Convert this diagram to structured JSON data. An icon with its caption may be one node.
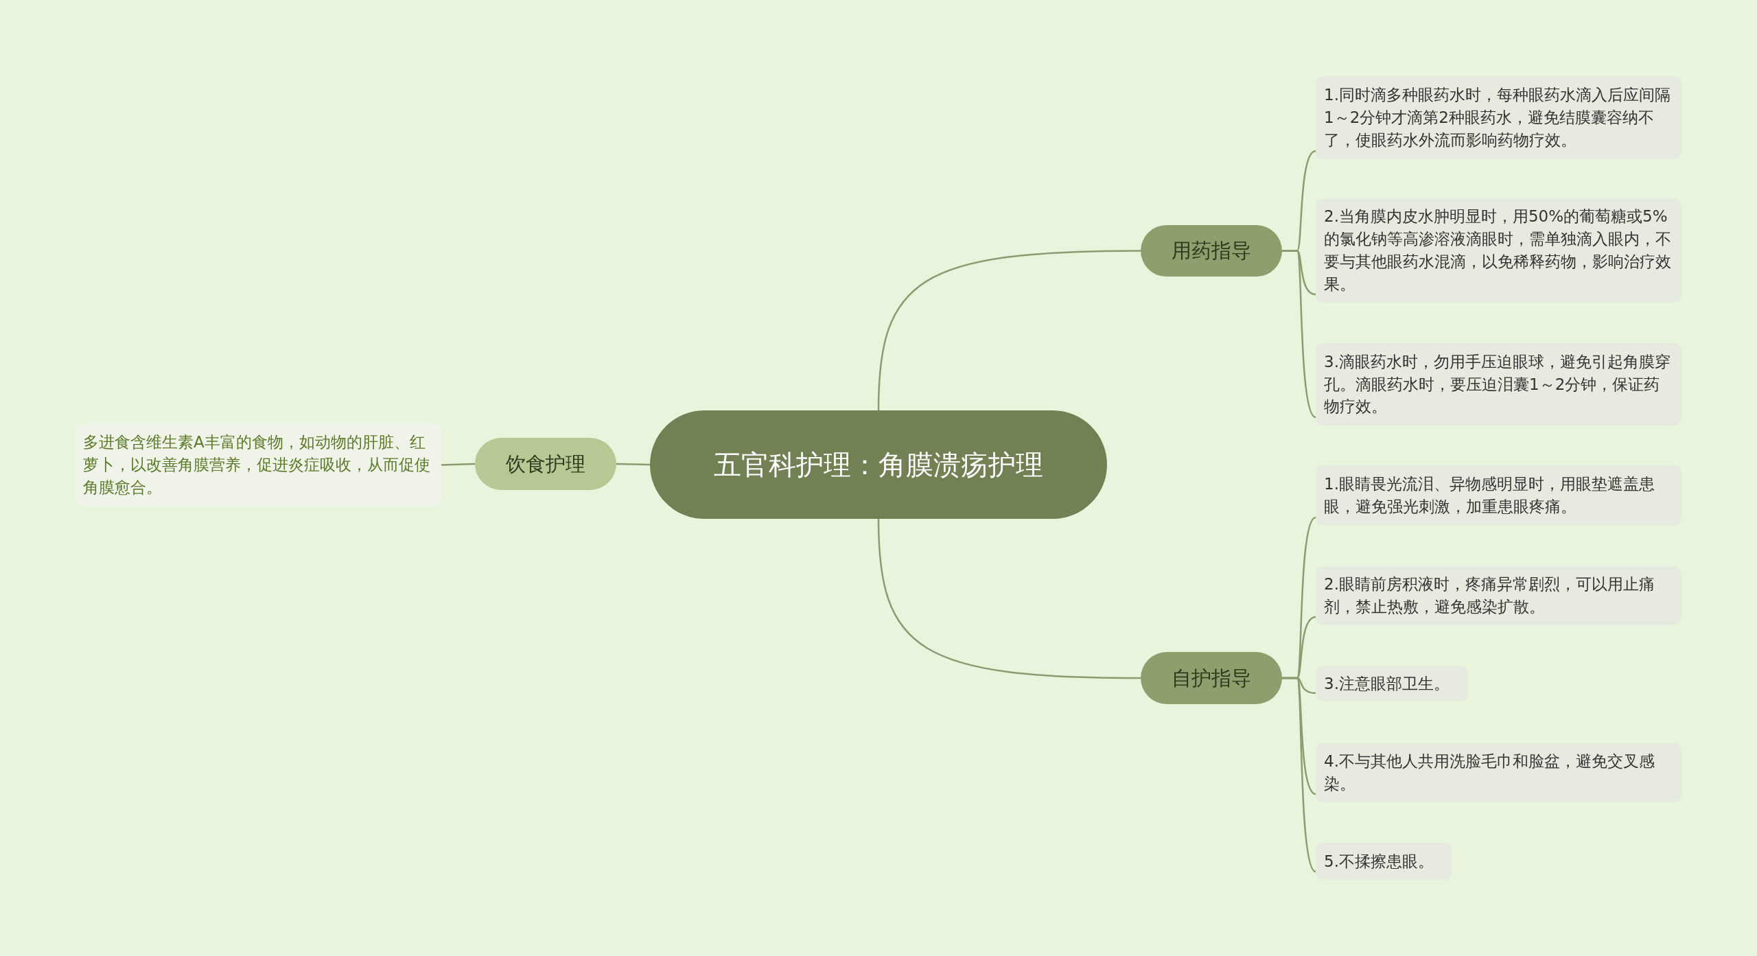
{
  "diagram": {
    "nodes": [
      {
        "text": [
          "五官科护理：角膜溃疡护理"
        ]
      },
      {
        "text": [
          "用药指导"
        ]
      },
      {
        "text": [
          "1.同时滴多种眼药水时，每种眼药水滴入后应间隔1～2分钟才滴第2种眼药水，避免结膜囊容纳不了，使眼药水外流而影响药物疗效。"
        ]
      },
      {
        "text": [
          "2.当角膜内皮水肿明显时，用50%的葡萄糖或5%的氯化钠等高渗溶液滴眼时，需单独滴入眼内，不要与其他眼药水混滴，以免稀释药物，影响治疗效果。"
        ]
      },
      {
        "text": [
          "3.滴眼药水时，勿用手压迫眼球，避免引起角膜穿孔。滴眼药水时，要压迫泪囊1～2分钟，保证药物疗效。"
        ]
      },
      {
        "text": [
          "自护指导"
        ]
      },
      {
        "text": [
          "1.眼睛畏光流泪、异物感明显时，用眼垫遮盖患眼，避免强光刺激，加重患眼疼痛。"
        ]
      },
      {
        "text": [
          "2.眼睛前房积液时，疼痛异常剧烈，可以用止痛剂，禁止热敷，避免感染扩散。"
        ]
      },
      {
        "text": [
          "3.注意眼部卫生。"
        ]
      },
      {
        "text": [
          "4.不与其他人共用洗脸毛巾和脸盆，避免交叉感染。"
        ]
      },
      {
        "text": [
          "5.不揉擦患眼。"
        ]
      },
      {
        "text": [
          "饮食护理"
        ]
      },
      {
        "text": [
          "多进食含维生素A丰富的食物，如动物的肝脏、红萝卜，以改善角膜营养，促进炎症吸收，从而促使角膜愈合。"
        ]
      }
    ],
    "edges": [
      {
        "from": 0,
        "to": 1,
        "arrow": "none"
      },
      {
        "from": 1,
        "to": 2,
        "arrow": "none"
      },
      {
        "from": 1,
        "to": 3,
        "arrow": "none"
      },
      {
        "from": 1,
        "to": 4,
        "arrow": "none"
      },
      {
        "from": 0,
        "to": 5,
        "arrow": "none"
      },
      {
        "from": 5,
        "to": 6,
        "arrow": "none"
      },
      {
        "from": 5,
        "to": 7,
        "arrow": "none"
      },
      {
        "from": 5,
        "to": 8,
        "arrow": "none"
      },
      {
        "from": 5,
        "to": 9,
        "arrow": "none"
      },
      {
        "from": 5,
        "to": 10,
        "arrow": "none"
      },
      {
        "from": 0,
        "to": 11,
        "arrow": "none"
      },
      {
        "from": 11,
        "to": 12,
        "arrow": "none"
      }
    ]
  }
}
